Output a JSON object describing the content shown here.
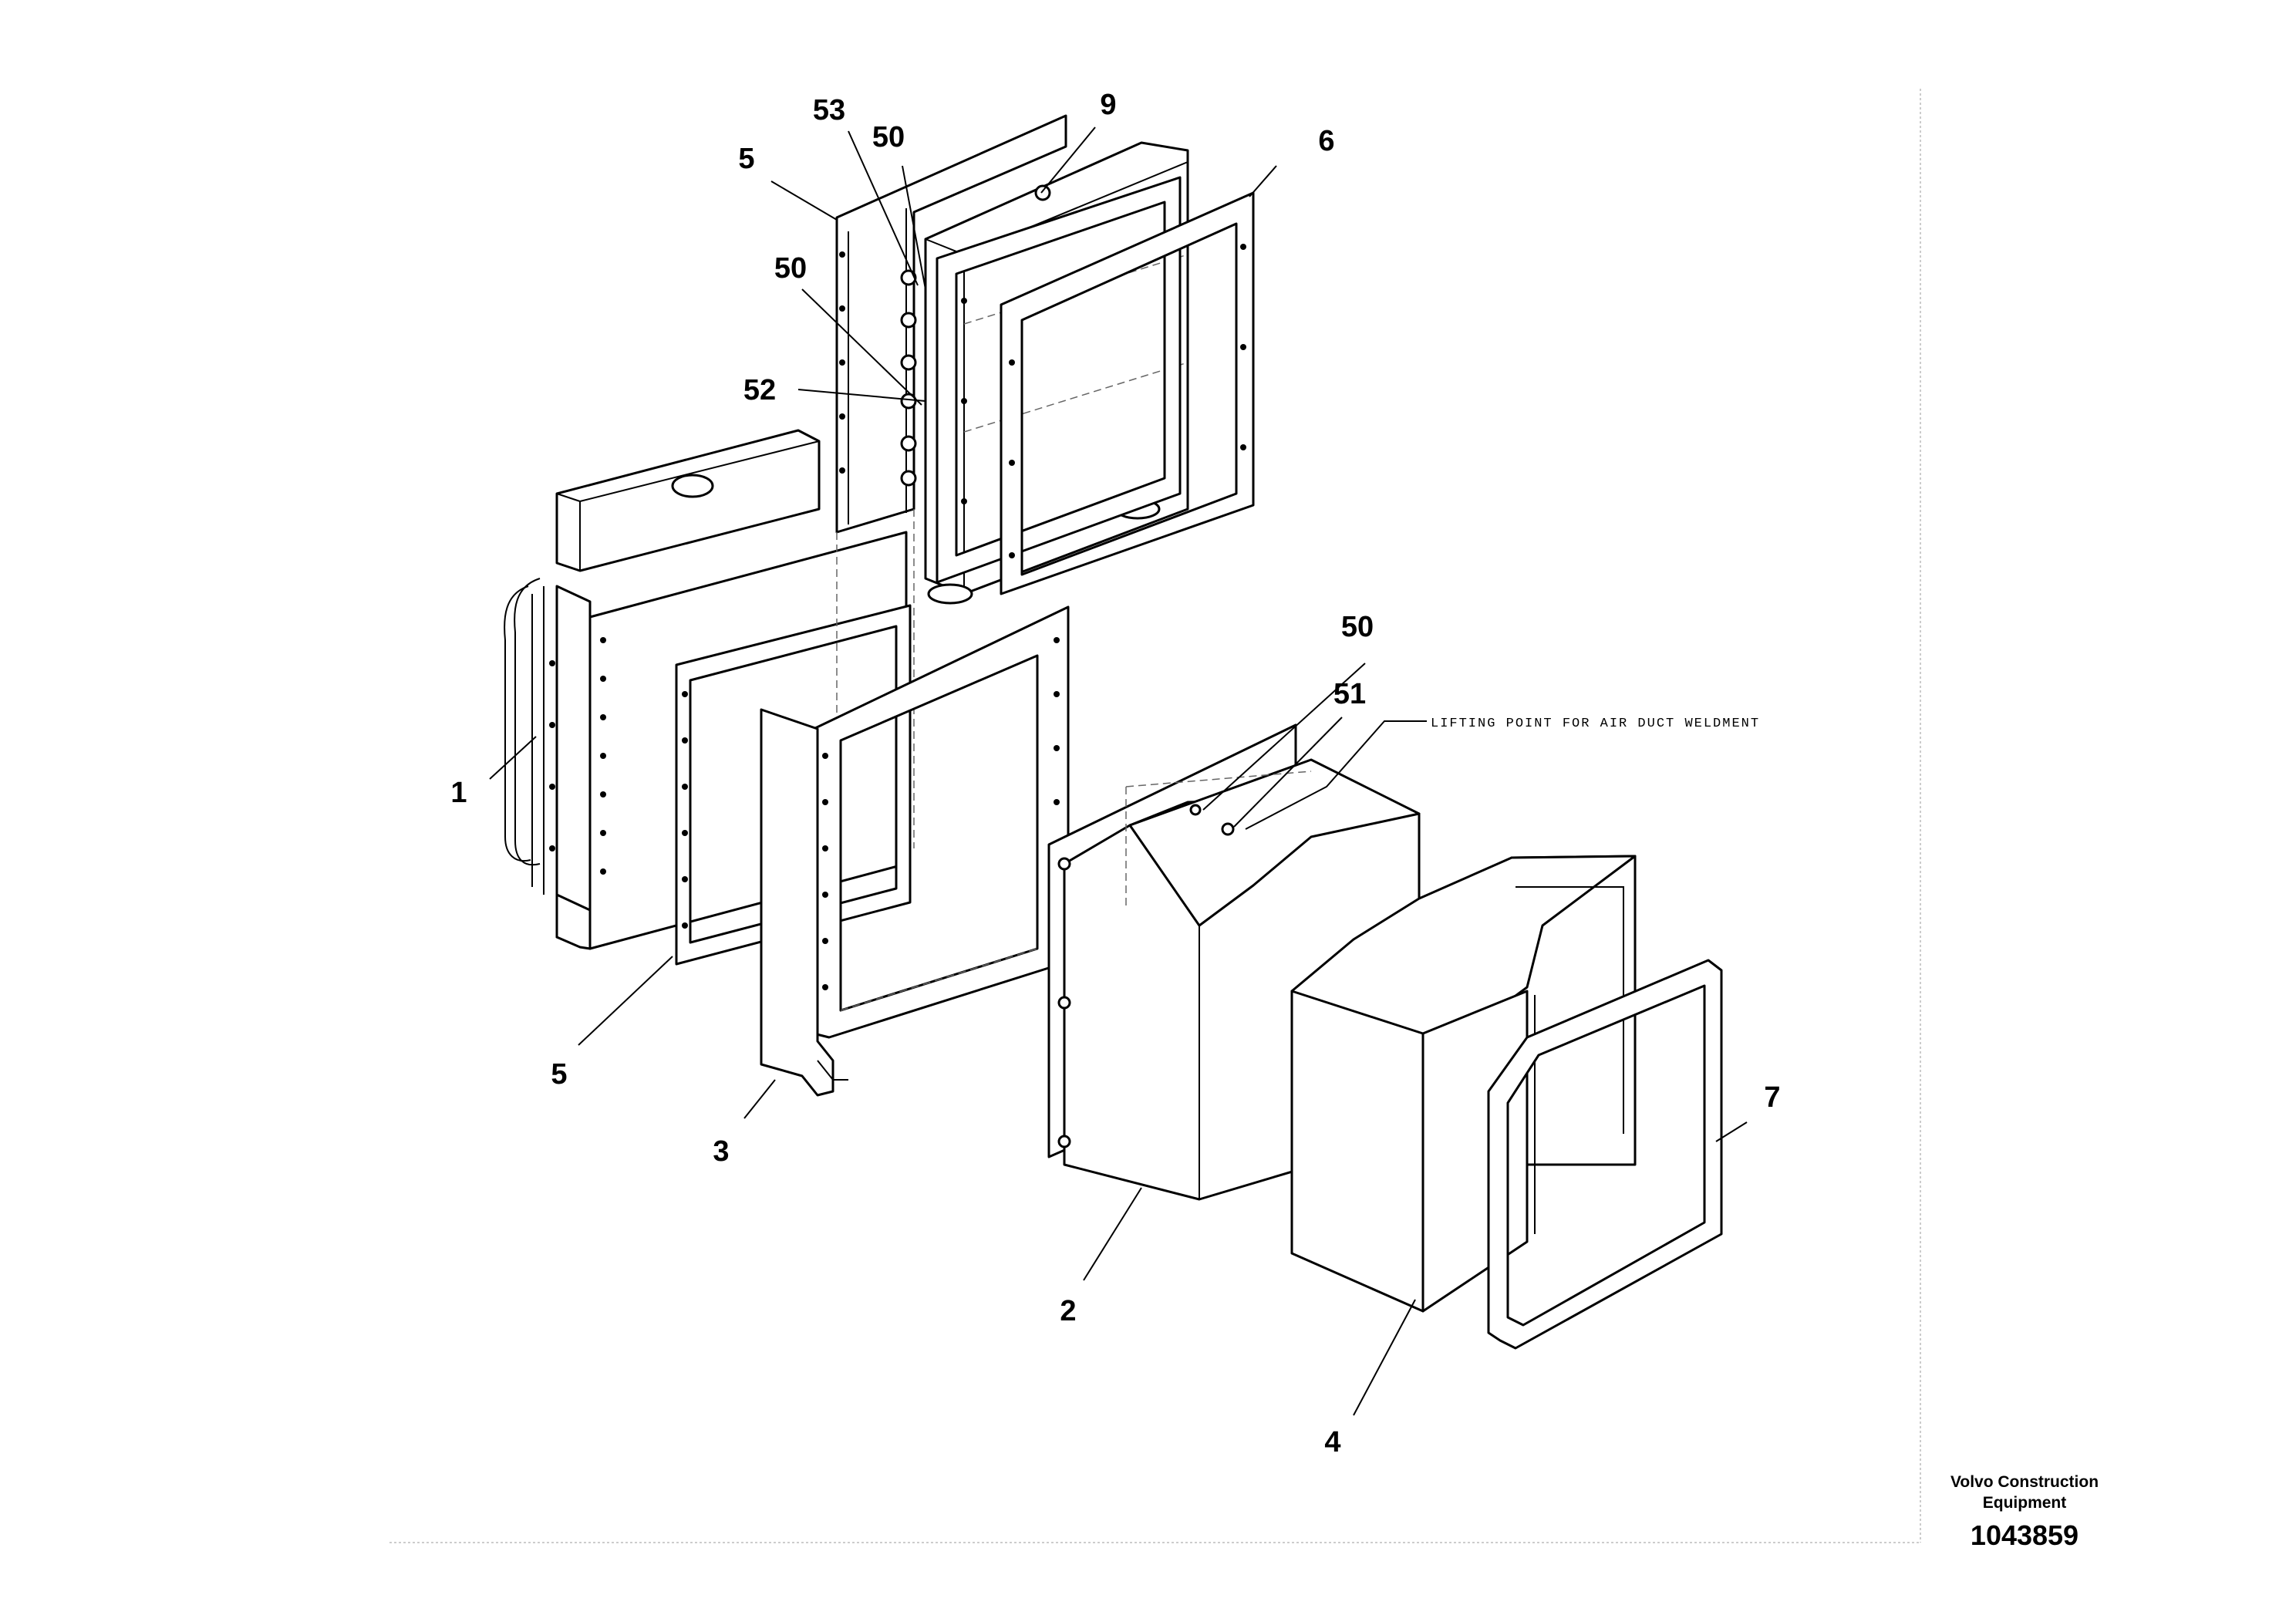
{
  "callouts": {
    "c53": "53",
    "c50_top": "50",
    "c9": "9",
    "c5_top": "5",
    "c6": "6",
    "c50_mid": "50",
    "c52": "52",
    "c1": "1",
    "c5_bottom": "5",
    "c3": "3",
    "c50_right": "50",
    "c51": "51",
    "c2": "2",
    "c4": "4",
    "c7": "7"
  },
  "annotation": "LIFTING POINT FOR AIR DUCT WELDMENT",
  "title_block": {
    "company_line1": "Volvo Construction",
    "company_line2": "Equipment",
    "drawing_number": "1043859"
  }
}
